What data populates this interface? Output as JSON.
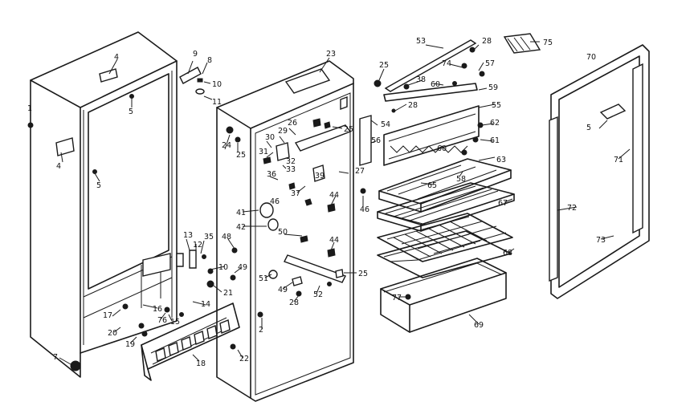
{
  "callouts": [
    {
      "id": "c4a",
      "text": "4"
    },
    {
      "id": "c5a",
      "text": "5"
    },
    {
      "id": "c1",
      "text": "1"
    },
    {
      "id": "c4b",
      "text": "4"
    },
    {
      "id": "c5b",
      "text": "5"
    },
    {
      "id": "c9",
      "text": "9"
    },
    {
      "id": "c8",
      "text": "8"
    },
    {
      "id": "c10a",
      "text": "10"
    },
    {
      "id": "c11",
      "text": "11"
    },
    {
      "id": "c23",
      "text": "23"
    },
    {
      "id": "c25a",
      "text": "25"
    },
    {
      "id": "c53",
      "text": "53"
    },
    {
      "id": "c28a",
      "text": "28"
    },
    {
      "id": "c75",
      "text": "75"
    },
    {
      "id": "c70",
      "text": "70"
    },
    {
      "id": "c74",
      "text": "74"
    },
    {
      "id": "c57",
      "text": "57"
    },
    {
      "id": "c38",
      "text": "38"
    },
    {
      "id": "c60a",
      "text": "60"
    },
    {
      "id": "c59",
      "text": "59"
    },
    {
      "id": "c28b",
      "text": "28"
    },
    {
      "id": "c55",
      "text": "55"
    },
    {
      "id": "c54",
      "text": "54"
    },
    {
      "id": "c62",
      "text": "62"
    },
    {
      "id": "c61",
      "text": "61"
    },
    {
      "id": "c60b",
      "text": "60"
    },
    {
      "id": "c63",
      "text": "63"
    },
    {
      "id": "c58",
      "text": "58"
    },
    {
      "id": "c56",
      "text": "56"
    },
    {
      "id": "c26",
      "text": "26"
    },
    {
      "id": "c25b",
      "text": "25"
    },
    {
      "id": "c29",
      "text": "29"
    },
    {
      "id": "c30",
      "text": "30"
    },
    {
      "id": "c31",
      "text": "31"
    },
    {
      "id": "c32",
      "text": "32"
    },
    {
      "id": "c33",
      "text": "33"
    },
    {
      "id": "c27",
      "text": "27"
    },
    {
      "id": "c36",
      "text": "36"
    },
    {
      "id": "c39",
      "text": "39"
    },
    {
      "id": "c37",
      "text": "37"
    },
    {
      "id": "c24",
      "text": "24"
    },
    {
      "id": "c25c",
      "text": "25"
    },
    {
      "id": "c65",
      "text": "65"
    },
    {
      "id": "c46a",
      "text": "46"
    },
    {
      "id": "c44a",
      "text": "44"
    },
    {
      "id": "c46b",
      "text": "46"
    },
    {
      "id": "c67",
      "text": "67"
    },
    {
      "id": "c41",
      "text": "41"
    },
    {
      "id": "c42",
      "text": "42"
    },
    {
      "id": "c50",
      "text": "50"
    },
    {
      "id": "c44b",
      "text": "44"
    },
    {
      "id": "c68",
      "text": "68"
    },
    {
      "id": "c5c",
      "text": "5"
    },
    {
      "id": "c71",
      "text": "71"
    },
    {
      "id": "c72",
      "text": "72"
    },
    {
      "id": "c73",
      "text": "73"
    },
    {
      "id": "c13",
      "text": "13"
    },
    {
      "id": "c12",
      "text": "12"
    },
    {
      "id": "c35",
      "text": "35"
    },
    {
      "id": "c48",
      "text": "48"
    },
    {
      "id": "c10b",
      "text": "10"
    },
    {
      "id": "c49a",
      "text": "49"
    },
    {
      "id": "c25d",
      "text": "25"
    },
    {
      "id": "c51",
      "text": "51"
    },
    {
      "id": "c49b",
      "text": "49"
    },
    {
      "id": "c52",
      "text": "52"
    },
    {
      "id": "c21",
      "text": "21"
    },
    {
      "id": "c28c",
      "text": "28"
    },
    {
      "id": "c77",
      "text": "77"
    },
    {
      "id": "c69",
      "text": "69"
    },
    {
      "id": "c17",
      "text": "17"
    },
    {
      "id": "c16",
      "text": "16"
    },
    {
      "id": "c14",
      "text": "14"
    },
    {
      "id": "c76",
      "text": "76"
    },
    {
      "id": "c15",
      "text": "15"
    },
    {
      "id": "c20",
      "text": "20"
    },
    {
      "id": "c19",
      "text": "19"
    },
    {
      "id": "c2",
      "text": "2"
    },
    {
      "id": "c7",
      "text": "7"
    },
    {
      "id": "c18",
      "text": "18"
    },
    {
      "id": "c22",
      "text": "22"
    }
  ]
}
